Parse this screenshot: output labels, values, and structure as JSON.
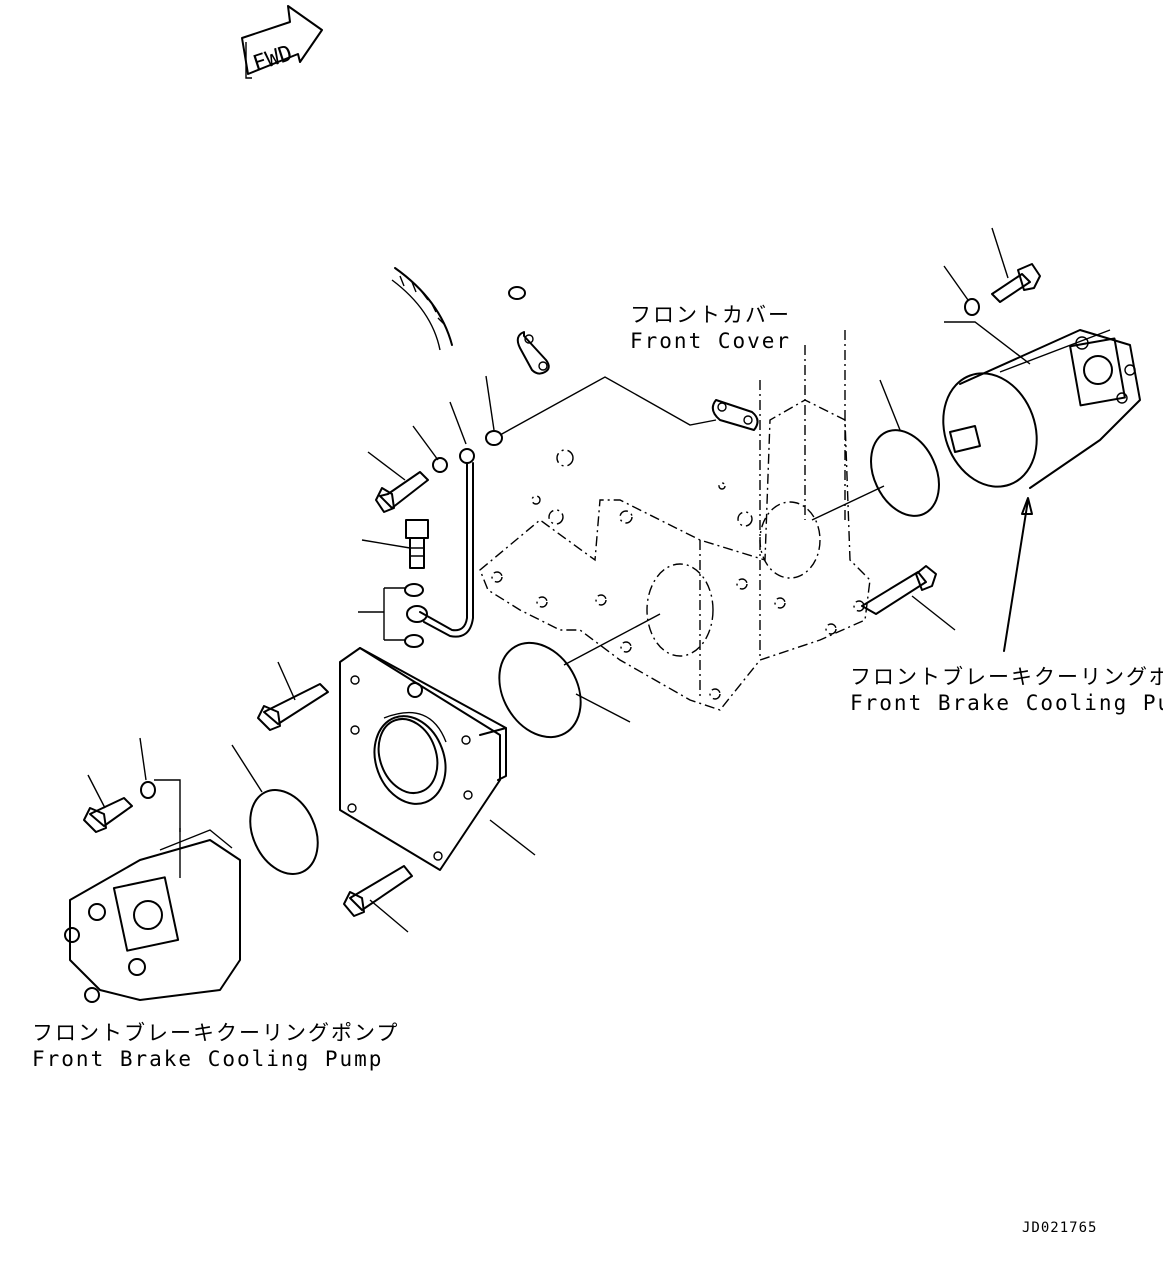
{
  "direction_indicator": {
    "text": "FWD"
  },
  "labels": {
    "front_cover": {
      "jp": "フロントカバー",
      "en": "Front Cover"
    },
    "pump_right": {
      "jp": "フロントブレーキクーリングポンプ",
      "en": "Front Brake Cooling Pump"
    },
    "pump_left": {
      "jp": "フロントブレーキクーリングポンプ",
      "en": "Front Brake Cooling Pump"
    }
  },
  "drawing_code": "JD021765"
}
